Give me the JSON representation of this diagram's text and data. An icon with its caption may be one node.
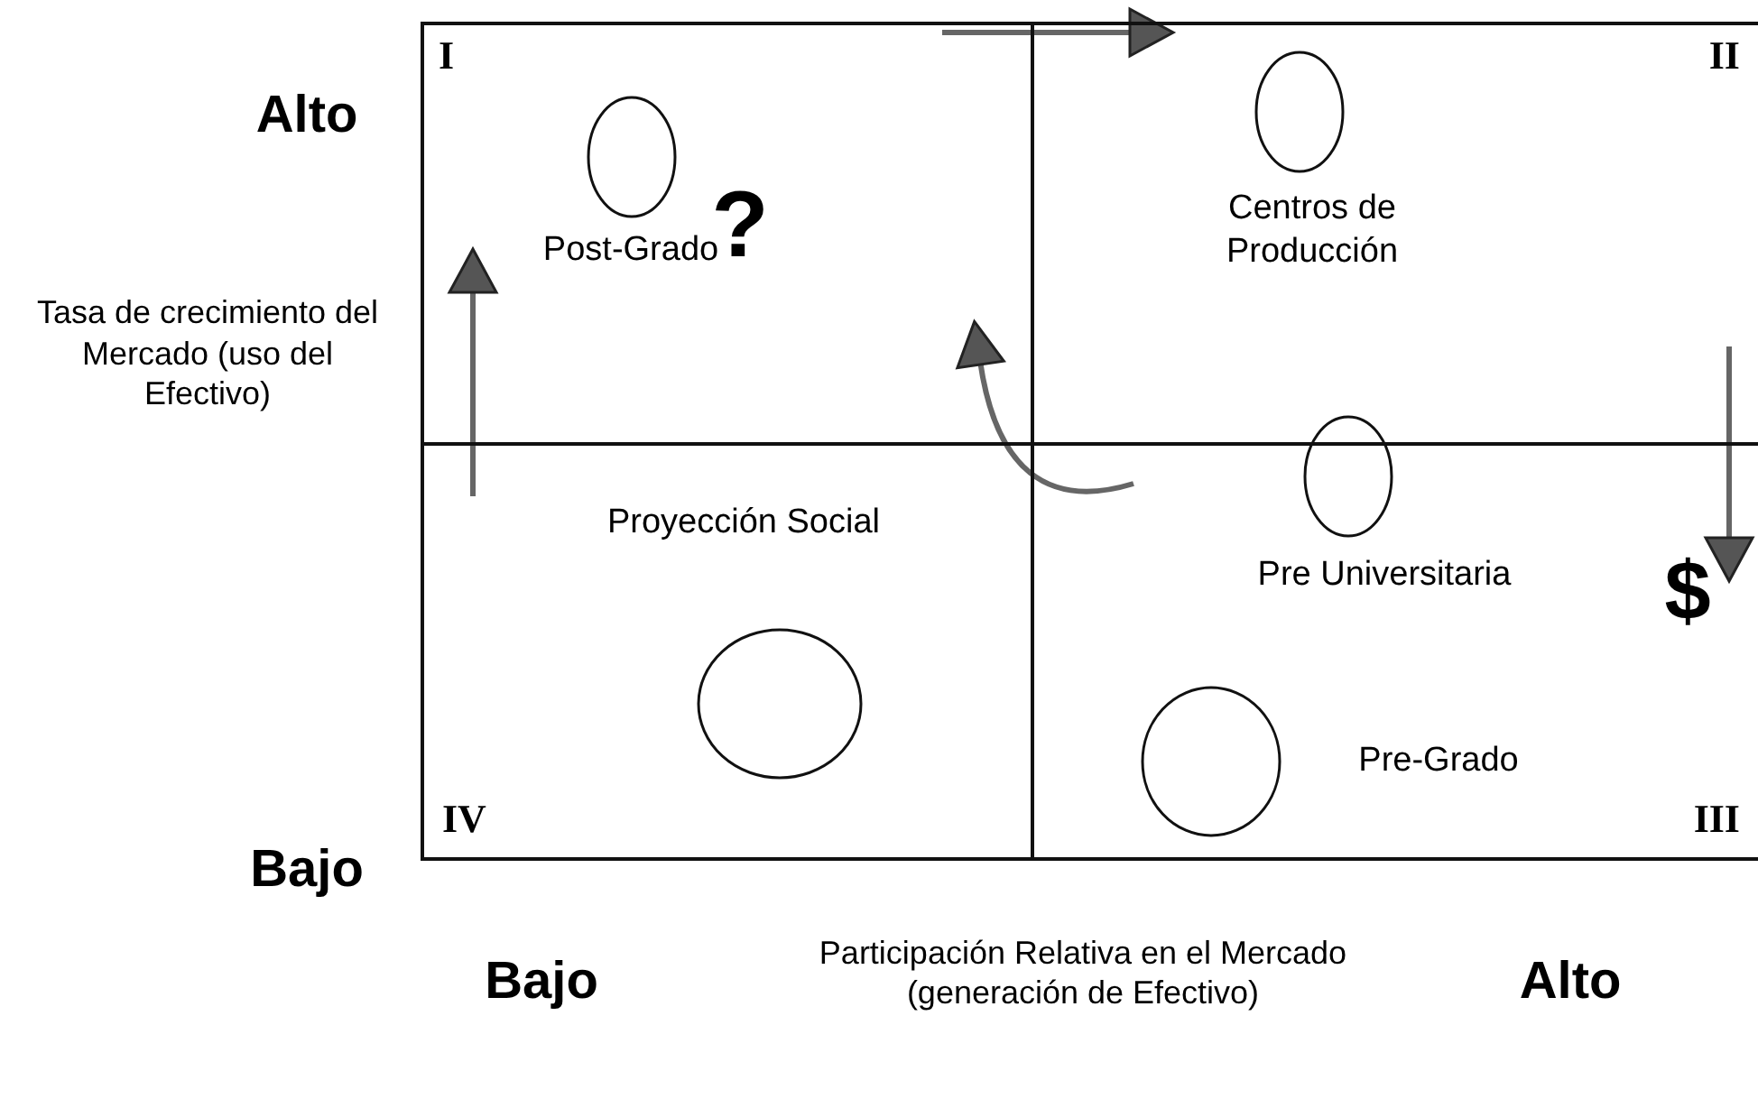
{
  "diagram": {
    "nodes": [
      {
        "text": [
          "I"
        ]
      },
      {
        "text": [],
        "shape": "circle",
        "in": 0,
        "beside": [
          "Post-Grado"
        ]
      },
      {
        "text": [
          "II"
        ]
      },
      {
        "text": [],
        "shape": "circle",
        "in": 2,
        "beside": [
          "Centros de Producción"
        ]
      },
      {
        "text": [
          "IV"
        ]
      },
      {
        "text": [],
        "shape": "circle",
        "in": 4,
        "beside": [
          "Proyección Social"
        ]
      },
      {
        "text": [
          "III"
        ]
      },
      {
        "text": [],
        "shape": "circle",
        "in": 6,
        "beside": [
          "Pre Universitaria"
        ]
      },
      {
        "text": [],
        "shape": "circle",
        "in": 6,
        "beside": [
          "Pre-Grado"
        ]
      }
    ],
    "edges": [
      {
        "from": 0,
        "to": 2,
        "arrow": "to"
      },
      {
        "from": 4,
        "to": 0,
        "arrow": "to"
      },
      {
        "from": 6,
        "to": 0,
        "arrow": "to"
      },
      {
        "from": 2,
        "to": 6,
        "arrow": "to"
      }
    ],
    "labels": [
      "Alto",
      "Tasa de crecimiento del Mercado (uso del Efectivo)",
      "?",
      "$",
      "Bajo",
      "Bajo",
      "Participación Relativa en el Mercado (generación de Efectivo)",
      "Alto"
    ]
  }
}
